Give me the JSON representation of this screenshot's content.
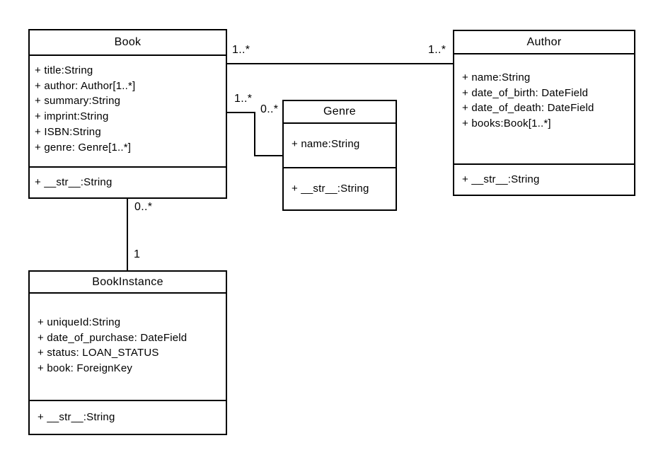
{
  "diagram": {
    "type": "uml-class-diagram",
    "colors": {
      "background": "#ffffff",
      "line": "#000000",
      "text": "#000000"
    },
    "classes": {
      "book": {
        "title": "Book",
        "attributes": [
          "+ title:String",
          "+ author: Author[1..*]",
          "+ summary:String",
          "+ imprint:String",
          "+ ISBN:String",
          "+ genre: Genre[1..*]"
        ],
        "methods": [
          "+ __str__:String"
        ]
      },
      "author": {
        "title": "Author",
        "attributes": [
          "+ name:String",
          "+ date_of_birth: DateField",
          "+ date_of_death: DateField",
          "+ books:Book[1..*]"
        ],
        "methods": [
          "+ __str__:String"
        ]
      },
      "genre": {
        "title": "Genre",
        "attributes": [
          "+ name:String"
        ],
        "methods": [
          "+ __str__:String"
        ]
      },
      "book_instance": {
        "title": "BookInstance",
        "attributes": [
          "+ uniqueId:String",
          "+ date_of_purchase: DateField",
          "+ status: LOAN_STATUS",
          "+ book: ForeignKey"
        ],
        "methods": [
          "+ __str__:String"
        ]
      }
    },
    "relationships": [
      {
        "from": "Book",
        "to": "Author",
        "from_multiplicity": "1..*",
        "to_multiplicity": "1..*"
      },
      {
        "from": "Book",
        "to": "Genre",
        "from_multiplicity": "1..*",
        "to_multiplicity": "0..*"
      },
      {
        "from": "Book",
        "to": "BookInstance",
        "from_multiplicity": "0..*",
        "to_multiplicity": "1"
      }
    ]
  }
}
